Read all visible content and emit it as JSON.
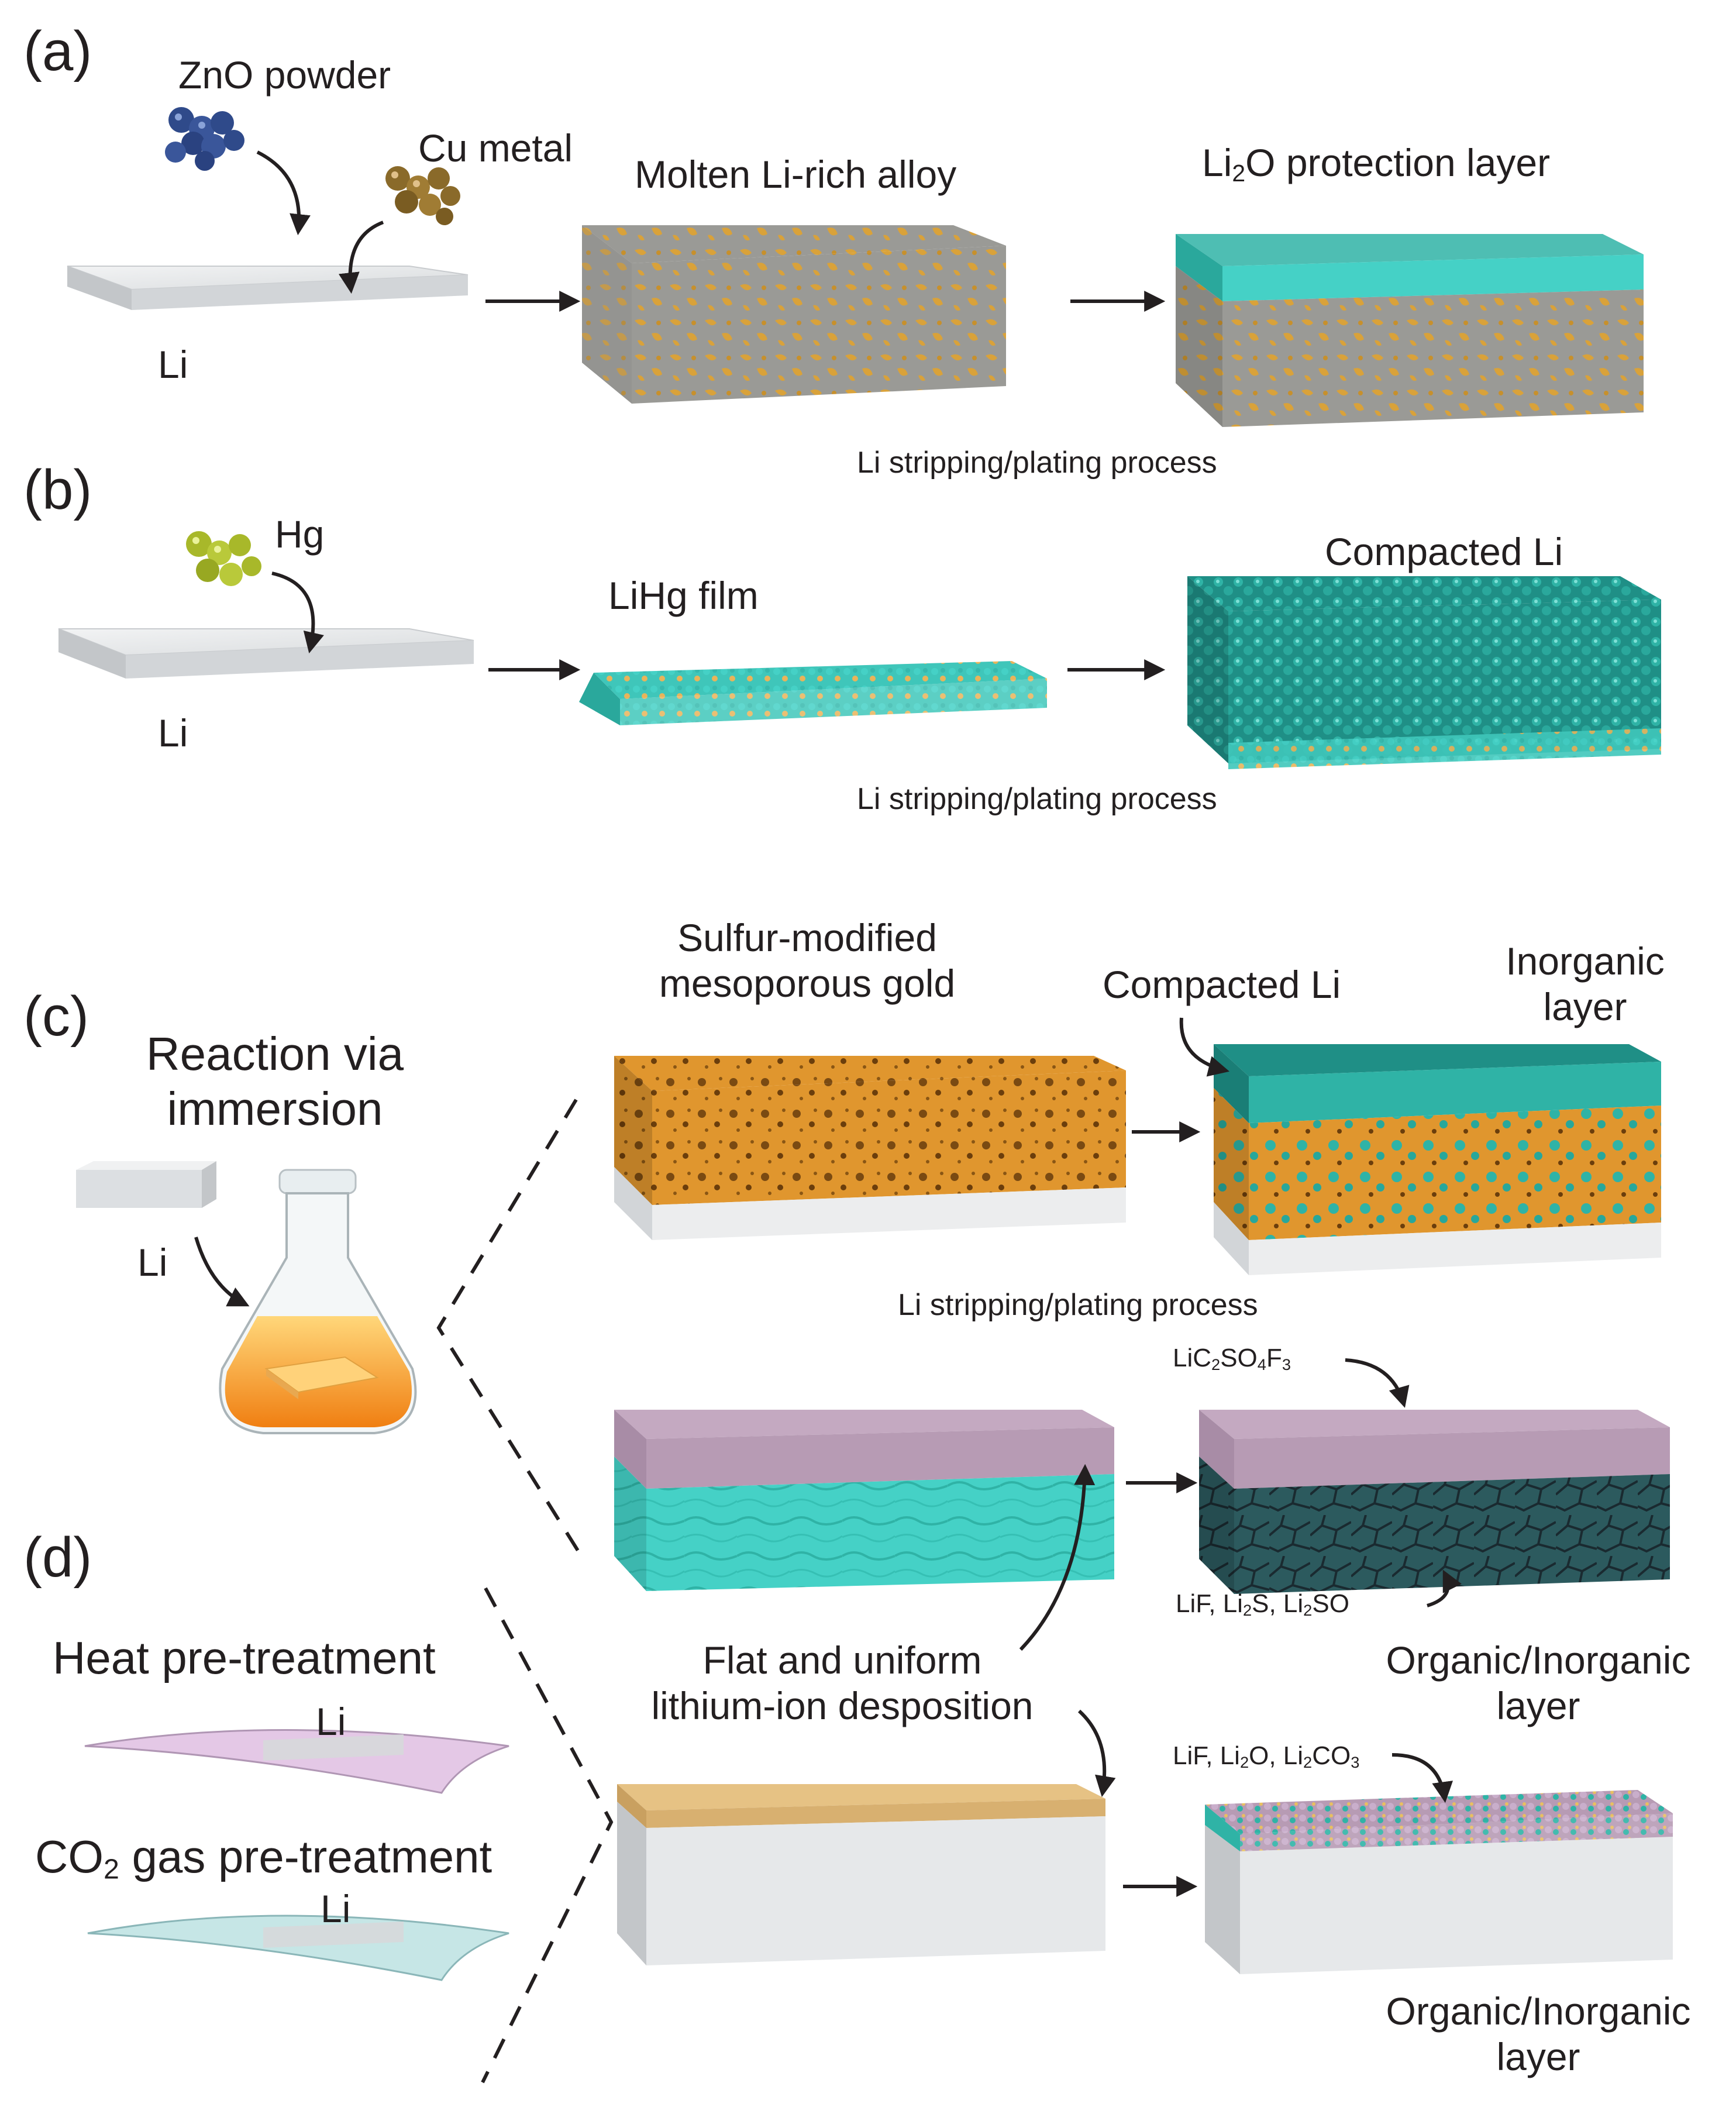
{
  "panels": {
    "a": "(a)",
    "b": "(b)",
    "c": "(c)",
    "d": "(d)"
  },
  "a": {
    "zno": "ZnO powder",
    "cu": "Cu metal",
    "li": "Li",
    "molten": "Molten Li-rich alloy",
    "protection_pre": "Li",
    "protection_sub": "2",
    "protection_post": "O protection layer",
    "process": "Li stripping/plating process"
  },
  "b": {
    "hg": "Hg",
    "li": "Li",
    "lihg": "LiHg film",
    "compacted": "Compacted Li",
    "process": "Li stripping/plating process"
  },
  "c": {
    "reaction_line1": "Reaction via",
    "reaction_line2": "immersion",
    "li": "Li",
    "gold_line1": "Sulfur-modified",
    "gold_line2": "mesoporous gold",
    "compacted": "Compacted Li",
    "inorganic_line1": "Inorganic",
    "inorganic_line2": "layer",
    "process": "Li stripping/plating process",
    "formula1": {
      "p1": "LiC",
      "s1": "2",
      "p2": "SO",
      "s2": "4",
      "p3": "F",
      "s3": "3"
    },
    "formula2": {
      "p1": "LiF, Li",
      "s1": "2",
      "p2": "S, Li",
      "s2": "2",
      "p3": "SO"
    },
    "organic_line1": "Organic/Inorganic",
    "organic_line2": "layer"
  },
  "d": {
    "heat": "Heat pre-treatment",
    "li_heat": "Li",
    "co2_pre": "CO",
    "co2_sub": "2",
    "co2_post": " gas pre-treatment",
    "li_co2": "Li",
    "flat_line1": "Flat and uniform",
    "flat_line2": "lithium-ion desposition",
    "formula3": {
      "p1": "LiF, Li",
      "s1": "2",
      "p2": "O, Li",
      "s2": "2",
      "p3": "CO",
      "s3": "3"
    },
    "organic_line1": "Organic/Inorganic",
    "organic_line2": "layer"
  },
  "colors": {
    "lithium": "#e6e8ea",
    "teal": "#2fb3a6",
    "teal_dark": "#1f8f86",
    "gold": "#d9a23a",
    "alloy_gray": "#9a9a96",
    "zno_blue": "#2f4a8a",
    "cu_brown": "#8a6a2a",
    "hg_green": "#a8b82a",
    "lihg_yellow": "#e8b45a",
    "mesoporous_orange": "#e0962e",
    "lavender": "#b79bb4",
    "cyan_block": "#45d1c6",
    "dark_block": "#2a4a52",
    "tan": "#d8b070",
    "flask_orange": "#f39a1e"
  }
}
